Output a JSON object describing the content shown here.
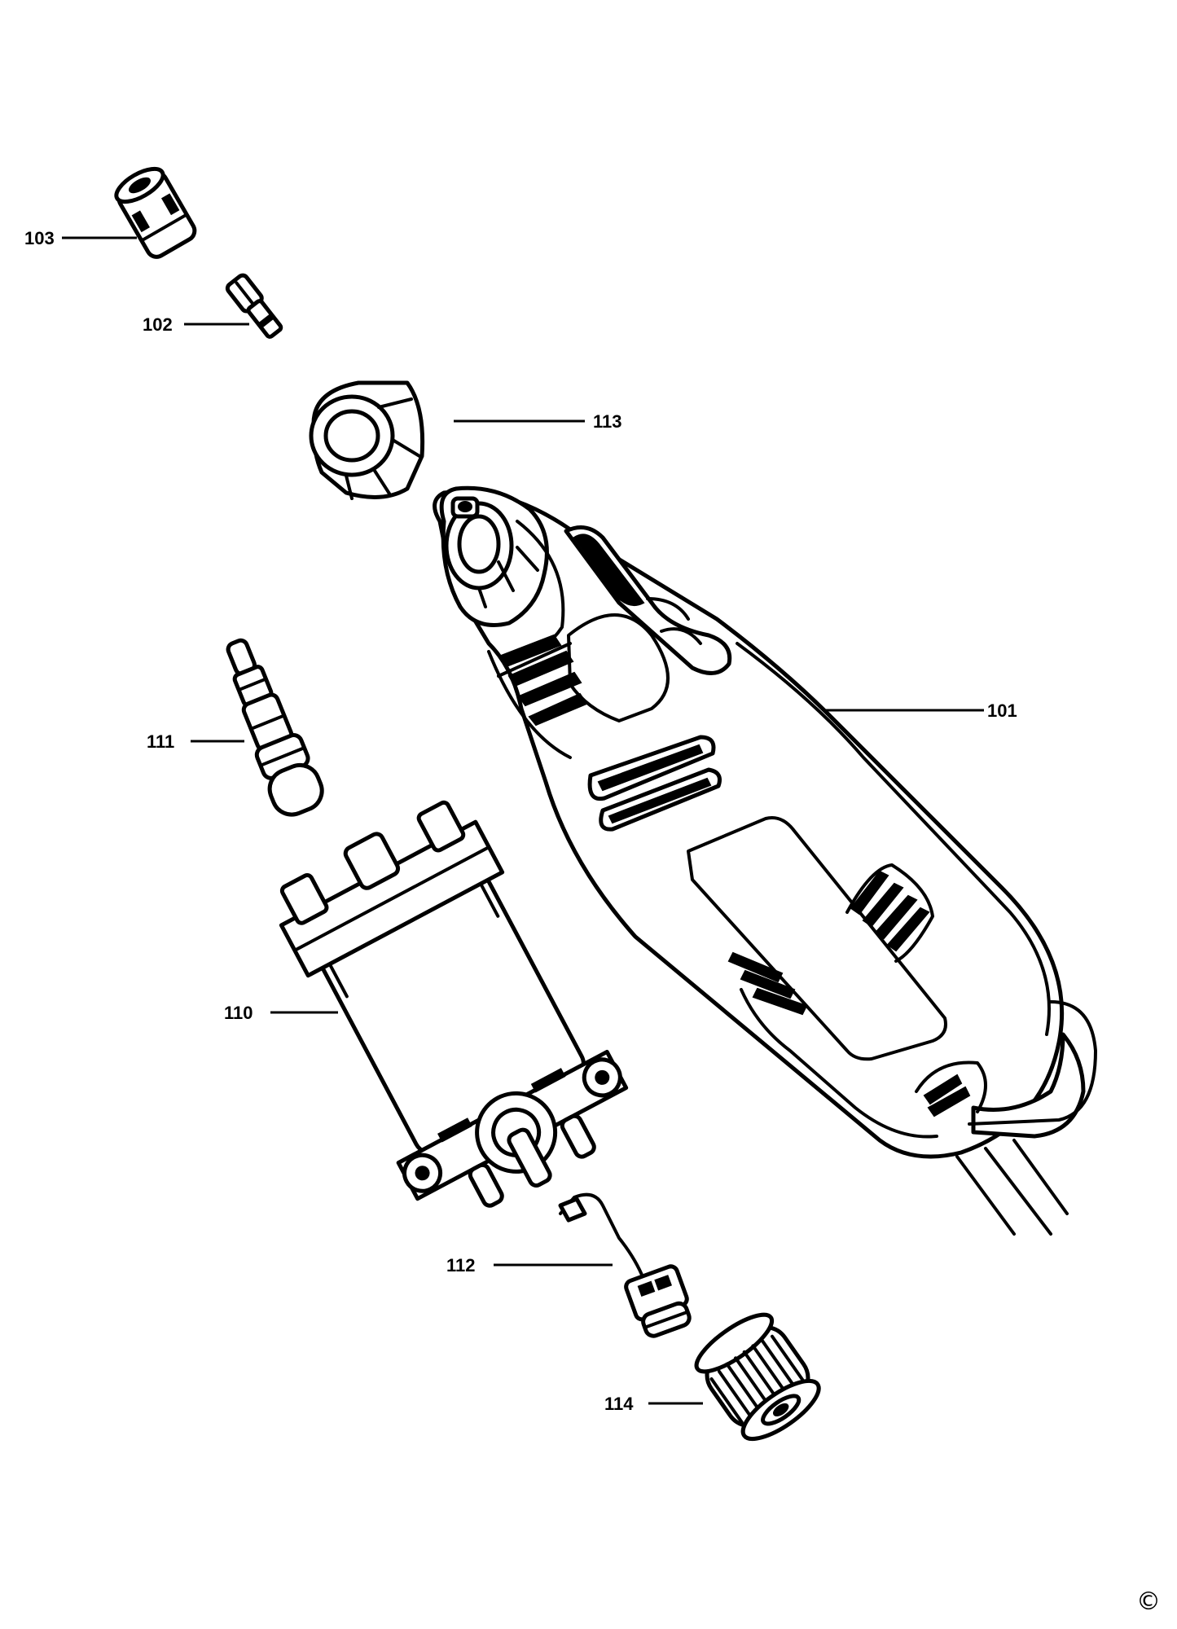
{
  "diagram": {
    "type": "exploded-parts-view",
    "line_color": "#000000",
    "background": "#ffffff",
    "parts": [
      {
        "id": "p103",
        "number": "103",
        "icon": "collet-nut-icon"
      },
      {
        "id": "p102",
        "number": "102",
        "icon": "collet-icon"
      },
      {
        "id": "p113",
        "number": "113",
        "icon": "nose-cap-icon"
      },
      {
        "id": "p101",
        "number": "101",
        "icon": "rotary-tool-housing-icon"
      },
      {
        "id": "p111",
        "number": "111",
        "icon": "spindle-shaft-icon"
      },
      {
        "id": "p110",
        "number": "110",
        "icon": "motor-icon"
      },
      {
        "id": "p112",
        "number": "112",
        "icon": "switch-module-icon"
      },
      {
        "id": "p114",
        "number": "114",
        "icon": "speed-dial-icon"
      }
    ],
    "copyright_symbol": "©"
  }
}
